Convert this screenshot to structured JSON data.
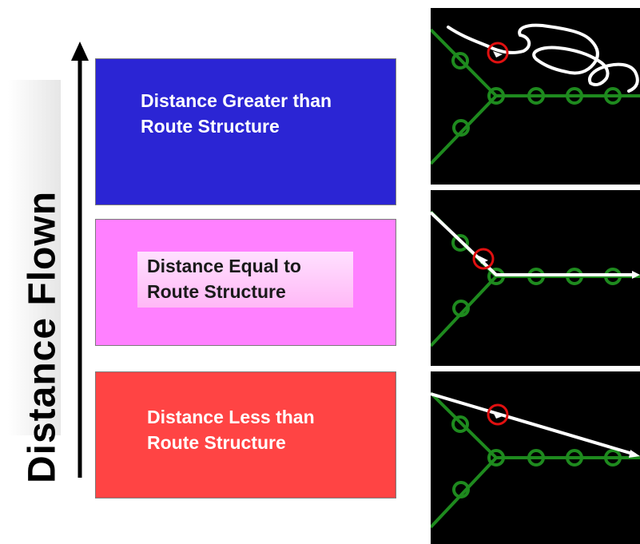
{
  "axis": {
    "label": "Distance Flown"
  },
  "boxes": {
    "greater": {
      "label": "Distance Greater than\nRoute Structure",
      "color": "#2b25d4"
    },
    "equal": {
      "label": "Distance Equal to\nRoute Structure",
      "color": "#ff80ff"
    },
    "less": {
      "label": "Distance Less than\nRoute Structure",
      "color": "#ff4444"
    }
  },
  "panels": [
    {
      "name": "greater-route-panel",
      "flight_path": "meandering"
    },
    {
      "name": "equal-route-panel",
      "flight_path": "follows-route"
    },
    {
      "name": "less-route-panel",
      "flight_path": "direct"
    }
  ],
  "colors": {
    "route": "#1e8a1e",
    "flight_path": "#ffffff",
    "marker": "#e01010",
    "panel_bg": "#000000"
  }
}
